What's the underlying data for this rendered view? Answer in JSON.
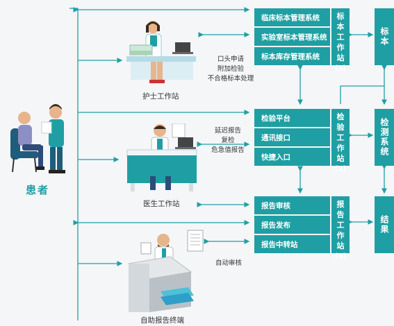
{
  "colors": {
    "teal": "#1f9fa3",
    "line": "#1f9fa3",
    "text": "#333333"
  },
  "patient": {
    "label": "患者"
  },
  "stations": {
    "nurse": {
      "caption": "护士工作站",
      "note": [
        "口头申请",
        "附加检验",
        "不合格标本处理"
      ]
    },
    "doctor": {
      "caption": "医生工作站",
      "note": [
        "延迟报告",
        "复检",
        "危急值报告"
      ]
    },
    "kiosk": {
      "caption": "自助报告终端",
      "note": [
        "自动审核"
      ]
    }
  },
  "groups": [
    {
      "rows": [
        "临床标本管理系统",
        "实验室标本管理系统",
        "标本库存管理系统"
      ],
      "label": [
        "标",
        "本",
        "工",
        "作",
        "站",
        "(1)"
      ]
    },
    {
      "rows": [
        "检验平台",
        "通讯接口",
        "快捷入口"
      ],
      "label": [
        "检",
        "验",
        "工",
        "作",
        "站",
        "(2)"
      ]
    },
    {
      "rows": [
        "报告审核",
        "报告发布",
        "报告中转站"
      ],
      "label": [
        "报",
        "告",
        "工",
        "作",
        "站",
        "(3)"
      ]
    }
  ],
  "systems": [
    {
      "label": "标本"
    },
    {
      "label": "检测系统"
    },
    {
      "label": "结果"
    }
  ]
}
